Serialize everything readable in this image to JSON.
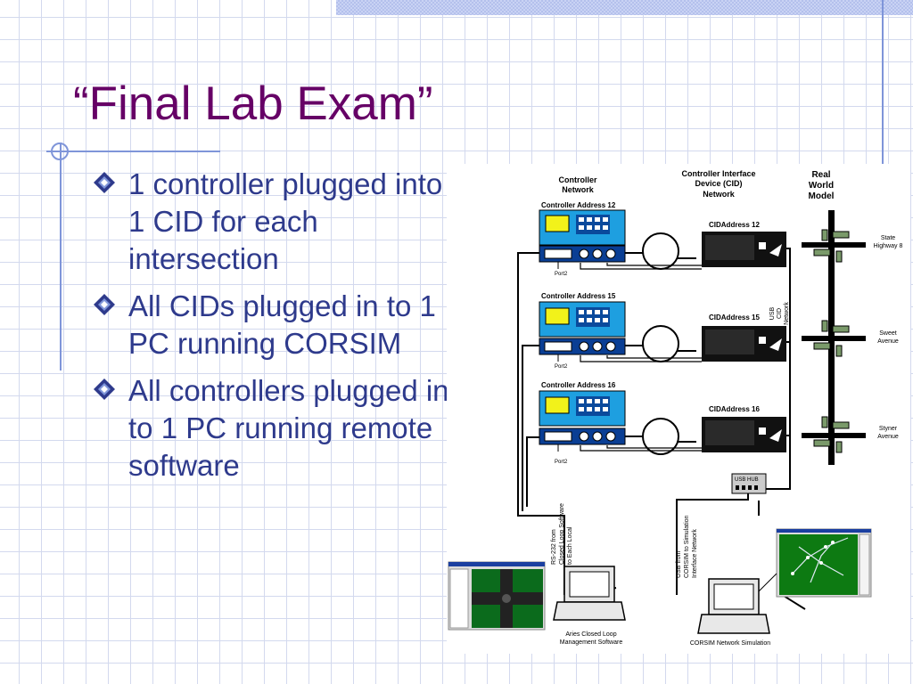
{
  "slide": {
    "title": "“Final Lab Exam”",
    "bullets": [
      "1 controller plugged into 1 CID for each intersection",
      "All CIDs plugged in to 1 PC running CORSIM",
      "All controllers plugged in to 1 PC running remote software"
    ]
  },
  "diagram": {
    "header_controller": [
      "Controller",
      "Network"
    ],
    "header_cid": [
      "Controller Interface",
      "Device (CID)",
      "Network"
    ],
    "header_world": [
      "Real",
      "World",
      "Model"
    ],
    "controllers": [
      "Controller Address 12",
      "Controller Address 15",
      "Controller Address 16"
    ],
    "cids": [
      "CIDAddress 12",
      "CIDAddress 15",
      "CIDAddress 16"
    ],
    "port_label": "Port2",
    "usb_cid": [
      "USB",
      "CID",
      "Network"
    ],
    "streets": [
      [
        "State",
        "Highway 8"
      ],
      [
        "Sweet",
        "Avenue"
      ],
      [
        "Styner",
        "Avenue"
      ]
    ],
    "usb_hub": "USB HUB",
    "rs232": [
      "RS-232 from",
      "Closed Loop Software",
      "to Each Local"
    ],
    "usb_corsim": [
      "USB from",
      "CORSIM to Simulation",
      "Interface Network"
    ],
    "aries": [
      "Aries Closed Loop",
      "Management Software"
    ],
    "corsim": "CORSIM Network Simulation"
  }
}
